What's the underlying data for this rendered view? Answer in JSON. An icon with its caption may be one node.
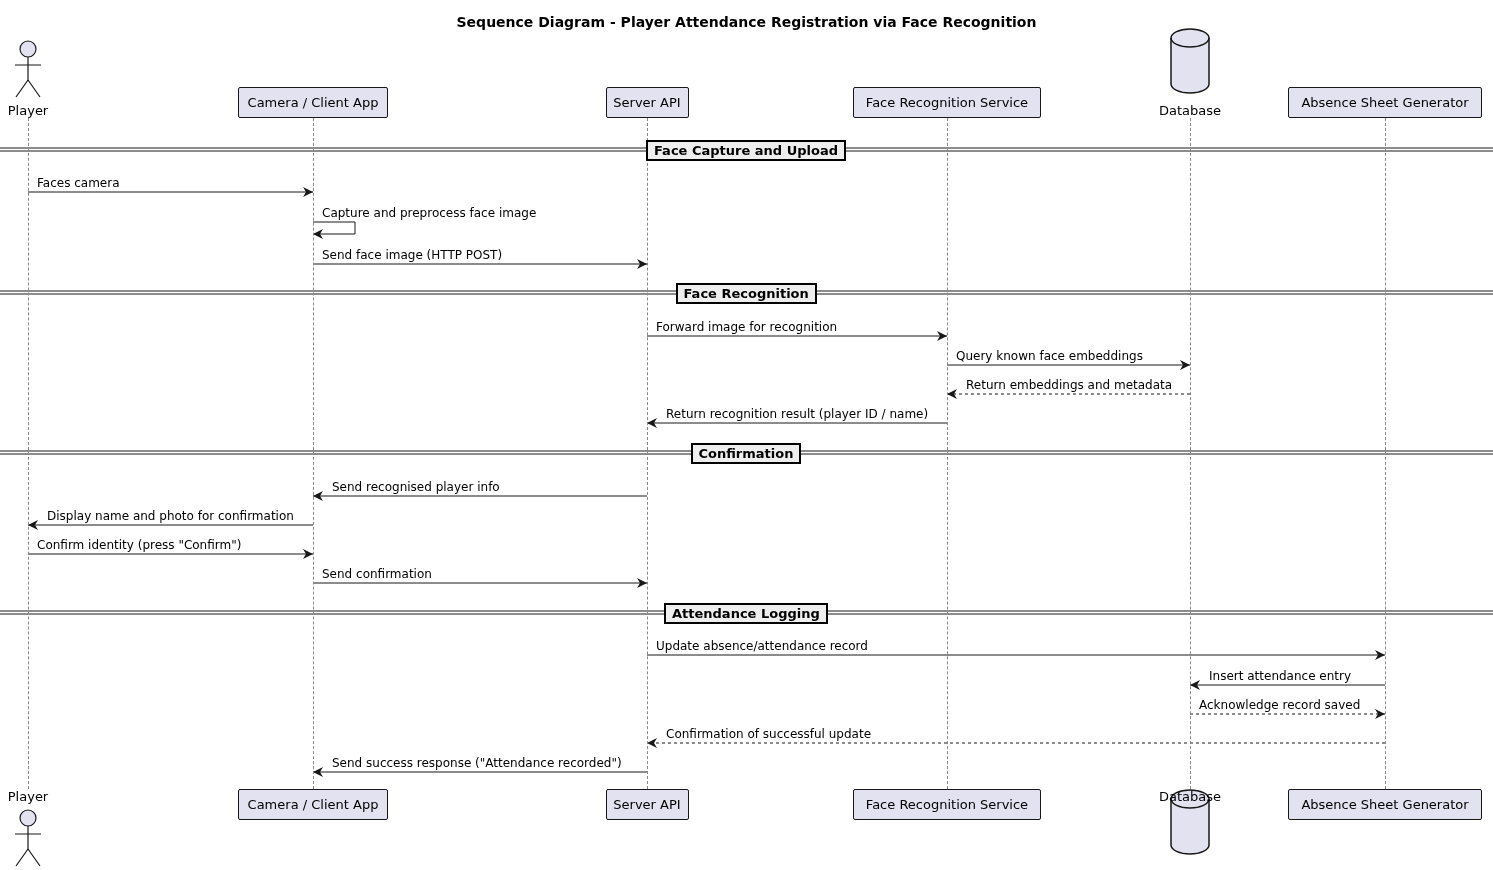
{
  "diagram": {
    "title": "Sequence Diagram - Player Attendance Registration via Face Recognition",
    "nodes": [
      {
        "text": [
          "Player"
        ]
      },
      {
        "text": [
          "Camera / Client App"
        ]
      },
      {
        "text": [
          "Server API"
        ]
      },
      {
        "text": [
          "Face Recognition Service"
        ]
      },
      {
        "text": [
          "Database"
        ]
      },
      {
        "text": [
          "Absence Sheet Generator"
        ]
      },
      {
        "text": [],
        "shape": "line"
      },
      {
        "text": [],
        "shape": "line"
      },
      {
        "text": [],
        "shape": "line"
      },
      {
        "text": [],
        "shape": "line"
      },
      {
        "text": [],
        "shape": "line"
      },
      {
        "text": [],
        "shape": "line"
      },
      {
        "text": [
          "Player"
        ]
      },
      {
        "text": [
          "Camera / Client App"
        ]
      },
      {
        "text": [
          "Server API"
        ]
      },
      {
        "text": [
          "Face Recognition Service"
        ]
      },
      {
        "text": [
          "Database"
        ]
      },
      {
        "text": [
          "Absence Sheet Generator"
        ]
      }
    ],
    "edges": [
      {
        "from": 6,
        "to": 7,
        "arrow": "to",
        "label": "Faces camera"
      },
      {
        "from": 7,
        "to": 7,
        "arrow": "to",
        "label": "Capture and preprocess face image"
      },
      {
        "from": 7,
        "to": 8,
        "arrow": "to",
        "label": "Send face image (HTTP POST)"
      },
      {
        "from": 8,
        "to": 9,
        "arrow": "to",
        "label": "Forward image for recognition"
      },
      {
        "from": 9,
        "to": 10,
        "arrow": "to",
        "label": "Query known face embeddings"
      },
      {
        "from": 10,
        "to": 9,
        "arrow": "to",
        "label": "Return embeddings and metadata",
        "style": "dashed"
      },
      {
        "from": 9,
        "to": 8,
        "arrow": "to",
        "label": "Return recognition result (player ID / name)"
      },
      {
        "from": 8,
        "to": 7,
        "arrow": "to",
        "label": "Send recognised player info"
      },
      {
        "from": 7,
        "to": 6,
        "arrow": "to",
        "label": "Display name and photo for confirmation"
      },
      {
        "from": 6,
        "to": 7,
        "arrow": "to",
        "label": "Confirm identity (press \"Confirm\")"
      },
      {
        "from": 7,
        "to": 8,
        "arrow": "to",
        "label": "Send confirmation"
      },
      {
        "from": 8,
        "to": 11,
        "arrow": "to",
        "label": "Update absence/attendance record"
      },
      {
        "from": 11,
        "to": 10,
        "arrow": "to",
        "label": "Insert attendance entry"
      },
      {
        "from": 10,
        "to": 11,
        "arrow": "to",
        "label": "Acknowledge record saved",
        "style": "dashed"
      },
      {
        "from": 11,
        "to": 8,
        "arrow": "to",
        "label": "Confirmation of successful update",
        "style": "dashed"
      },
      {
        "from": 8,
        "to": 7,
        "arrow": "to",
        "label": "Send success response (\"Attendance recorded\")"
      }
    ],
    "labels": [
      "Face Capture and Upload",
      "Face Recognition",
      "Confirmation",
      "Attendance Logging"
    ]
  }
}
